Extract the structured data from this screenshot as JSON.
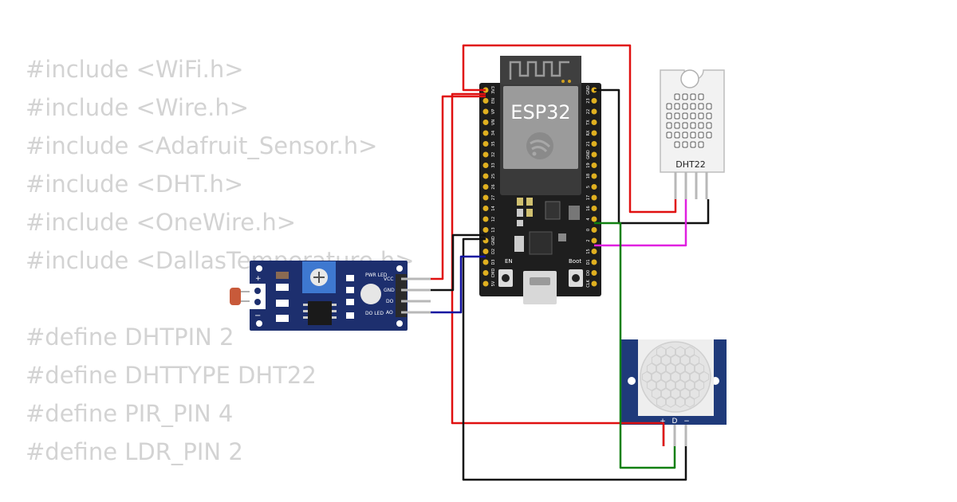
{
  "code_lines": [
    "#include <WiFi.h>",
    "#include <Wire.h>",
    "#include <Adafruit_Sensor.h>",
    "#include <DHT.h>",
    "#include <OneWire.h>",
    "#include <DallasTemperature.h>",
    "#define DHTPIN 2",
    "#define DHTTYPE DHT22",
    "#define PIR_PIN 4",
    "#define LDR_PIN 2"
  ],
  "esp32": {
    "title": "ESP32",
    "en_label": "EN",
    "boot_label": "Boot",
    "left_pins": [
      "3V3",
      "EN",
      "VP",
      "VN",
      "34",
      "35",
      "32",
      "33",
      "25",
      "26",
      "27",
      "14",
      "12",
      "13",
      "GND",
      "D2",
      "D3",
      "CMD",
      "5V"
    ],
    "right_pins": [
      "GND",
      "23",
      "22",
      "TX",
      "RX",
      "21",
      "GND",
      "19",
      "18",
      "5",
      "17",
      "16",
      "4",
      "0",
      "2",
      "15",
      "D1",
      "D0",
      "CLK"
    ]
  },
  "dht22": {
    "label": "DHT22"
  },
  "ldr_module": {
    "pins": [
      "VCC",
      "GND",
      "DO",
      "AO"
    ],
    "pwr_led": "PWR LED",
    "do_led": "DO LED",
    "plus": "+",
    "minus": "−"
  },
  "pir": {
    "pins": [
      "+",
      "D",
      "−"
    ]
  },
  "wire_colors": {
    "power": "#e01010",
    "ground": "#111111",
    "dht_data": "#e020e0",
    "pir_data": "#108010",
    "ldr_ao": "#1010a0"
  }
}
